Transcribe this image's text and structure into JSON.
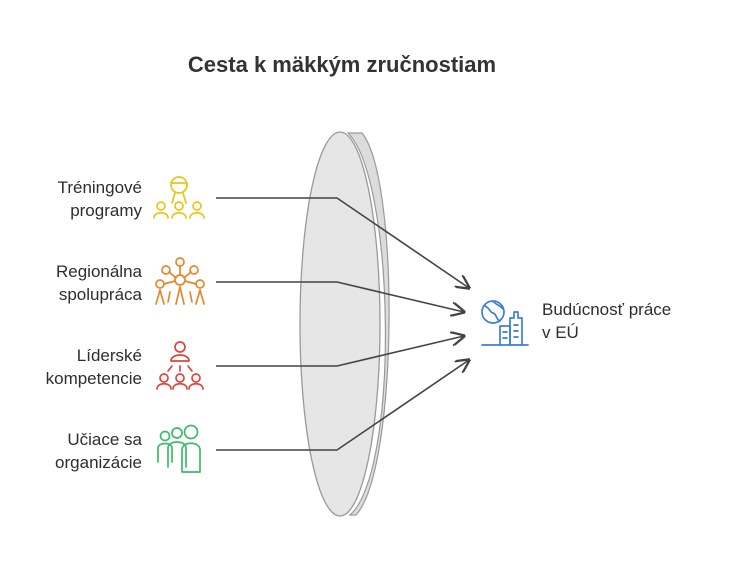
{
  "title": "Cesta k mäkkým zručnostiam",
  "inputs": [
    {
      "line1": "Tréningové",
      "line2": "programy",
      "icon": "trainer-group-icon",
      "color": "#e6c619"
    },
    {
      "line1": "Regionálna",
      "line2": "spolupráca",
      "icon": "network-people-icon",
      "color": "#e8862a"
    },
    {
      "line1": "Líderské",
      "line2": "kompetencie",
      "icon": "leader-team-icon",
      "color": "#e0443b"
    },
    {
      "line1": "Učiace sa",
      "line2": "organizácie",
      "icon": "learning-people-icon",
      "color": "#3dbb6b"
    }
  ],
  "output": {
    "line1": "Budúcnosť práce",
    "line2": "v EÚ",
    "icon": "globe-city-icon",
    "color": "#3b7fd9"
  },
  "lens_color": "#e6e6e6"
}
